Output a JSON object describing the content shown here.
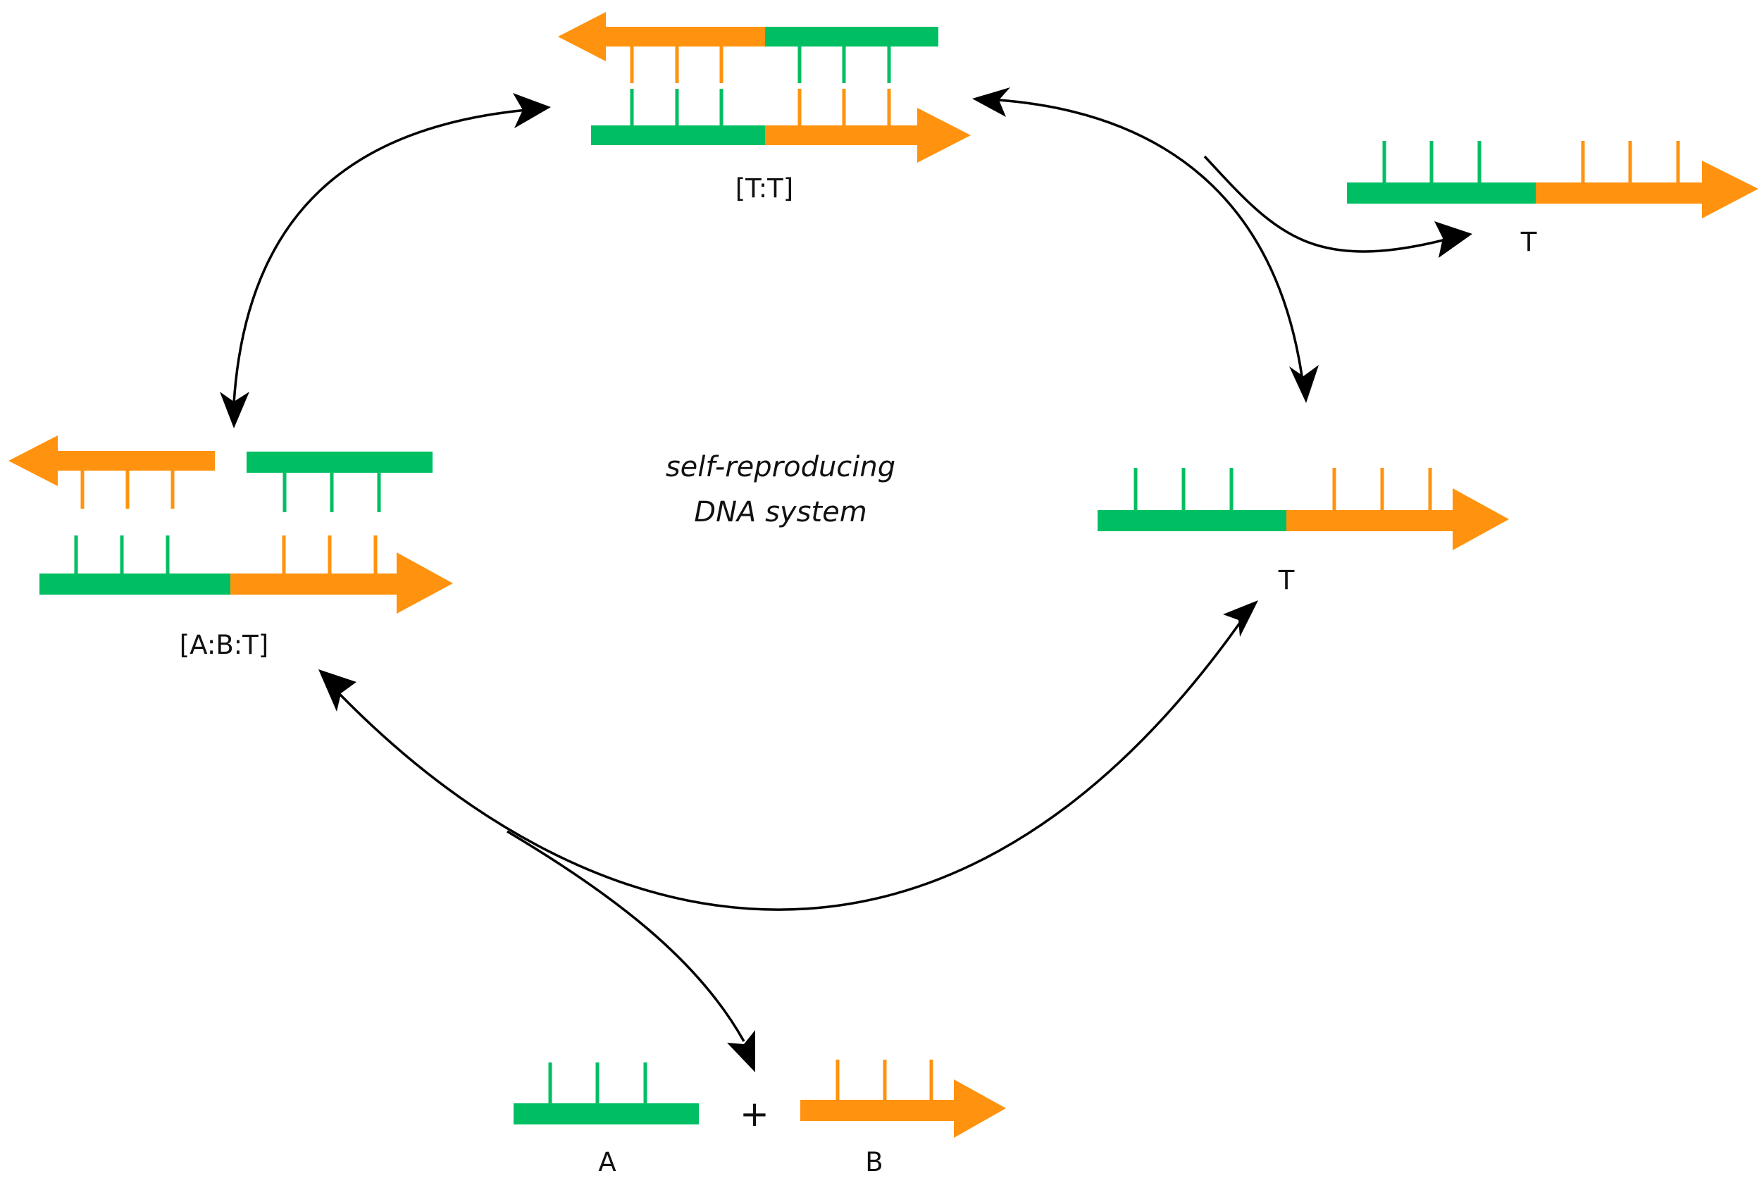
{
  "title": "self-reproducing DNA system",
  "center_text": {
    "line1": "self-reproducing",
    "line2": "DNA system"
  },
  "labels": {
    "tt_complex": "[T:T]",
    "abt_complex": "[A:B:T]",
    "template_right": "T",
    "template_released": "T",
    "strand_a": "A",
    "strand_b": "B",
    "plus": "+"
  },
  "colors": {
    "green_segment": "#00bf63",
    "orange_segment": "#ff930f",
    "arrow": "#000000",
    "text": "#111111"
  }
}
